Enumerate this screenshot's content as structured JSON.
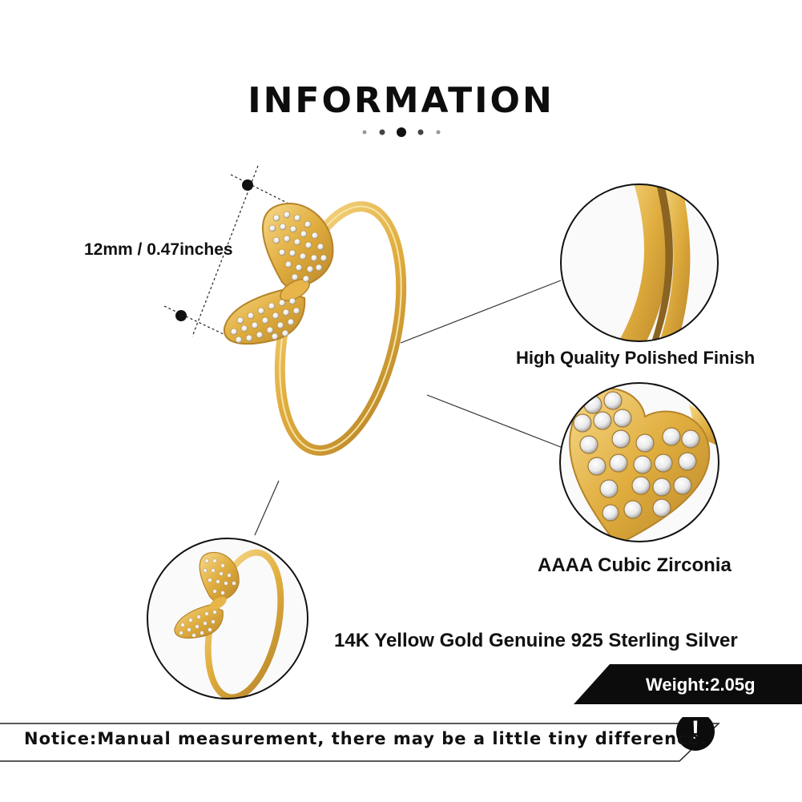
{
  "header": {
    "title": "INFORMATION"
  },
  "labels": {
    "measurement": "12mm / 0.47inches",
    "finish": "High Quality Polished Finish",
    "stones": "AAAA Cubic Zirconia",
    "material": "14K Yellow Gold Genuine 925 Sterling Silver",
    "weight": "Weight:2.05g"
  },
  "notice": {
    "text": "Notice:Manual measurement, there may be a little tiny difference.",
    "icon_glyph": "!"
  },
  "colors": {
    "gold": "#e6b94a",
    "gold_dark": "#c8962a",
    "black": "#111111"
  }
}
